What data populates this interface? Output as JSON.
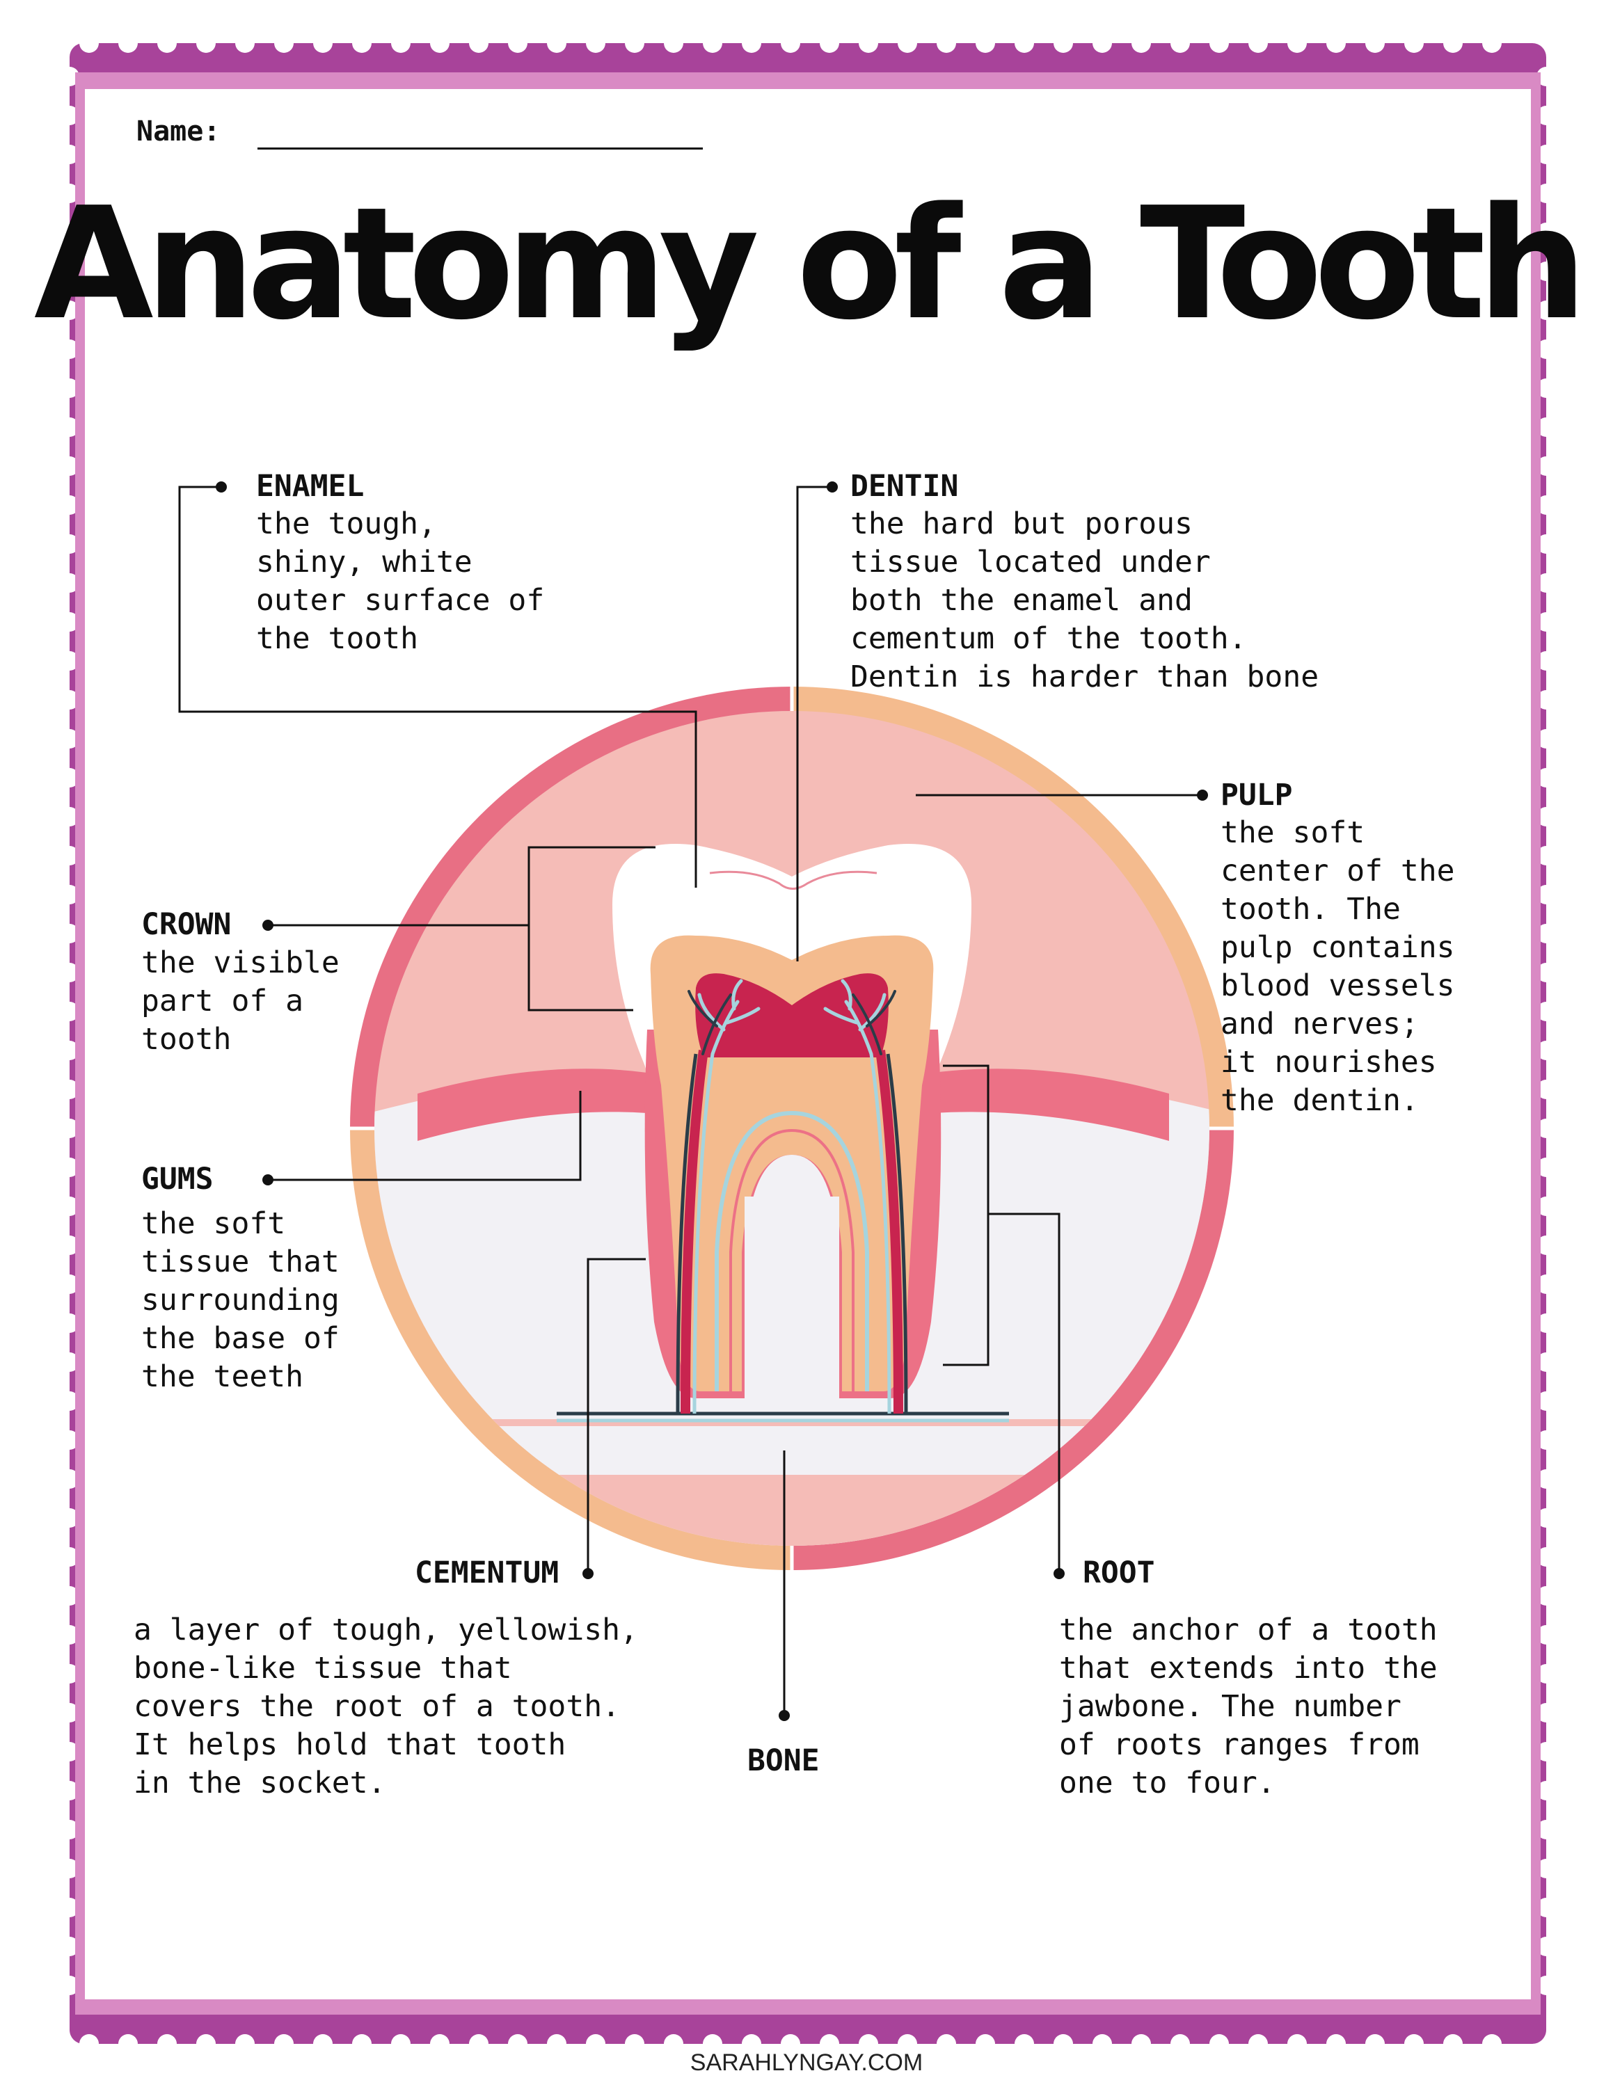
{
  "worksheet": {
    "name_label": "Name:",
    "title": "Anatomy of a Tooth",
    "credit": "SARAHLYNGAY.COM"
  },
  "labels": {
    "enamel": {
      "heading": "ENAMEL",
      "text": "the tough,\nshiny, white\nouter surface of\nthe tooth"
    },
    "dentin": {
      "heading": "DENTIN",
      "text": "the hard but porous\ntissue located under\nboth the enamel and\ncementum of the tooth.\nDentin is harder than bone"
    },
    "pulp": {
      "heading": "PULP",
      "text": "the soft\ncenter of the\ntooth. The\npulp contains\nblood vessels\nand nerves;\nit nourishes\nthe dentin."
    },
    "crown": {
      "heading": "CROWN",
      "text": "the visible\npart of a\ntooth"
    },
    "gums": {
      "heading": "GUMS",
      "text": "the soft\ntissue that\nsurrounding\nthe base of\nthe teeth"
    },
    "cementum": {
      "heading": "CEMENTUM",
      "text": "a layer of tough, yellowish,\nbone-like tissue that\ncovers the root of a tooth.\nIt helps hold that tooth\nin the socket."
    },
    "bone": {
      "heading": "BONE"
    },
    "root": {
      "heading": "ROOT",
      "text": "the anchor of a tooth\nthat extends into the\njawbone. The number\nof roots ranges from\none to four."
    }
  },
  "colors": {
    "border_purple": "#a8439a",
    "border_pink": "#d98ac4",
    "ring_pink": "#e86f84",
    "ring_peach": "#f4bb8e",
    "gum_light": "#f5bcb7",
    "gum_band": "#ec7186",
    "bone_bg": "#f2f1f5",
    "enamel_white": "#ffffff",
    "dentin_peach": "#f4bb8e",
    "pulp_red": "#c8244f",
    "nerve_blue": "#a6d4de"
  }
}
